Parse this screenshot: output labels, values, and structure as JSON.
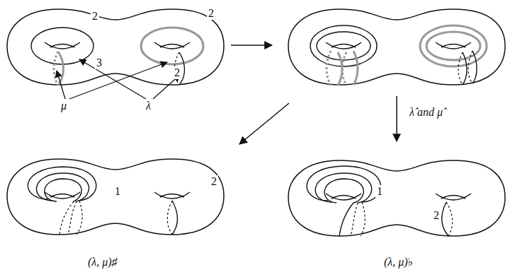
{
  "diagram": {
    "labels": [
      "2",
      "2",
      "3",
      "2",
      "μ",
      "λ",
      "λ̂ and μ̂",
      "1",
      "2",
      "(λ, μ)♯",
      "1",
      "2",
      "(λ, μ)♭"
    ]
  }
}
